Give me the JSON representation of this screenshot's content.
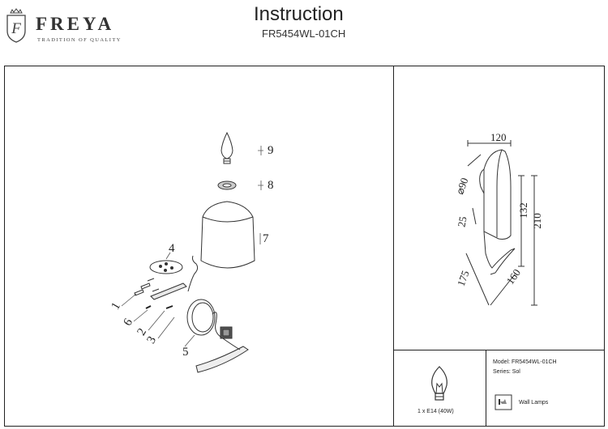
{
  "header": {
    "brand": "FREYA",
    "tagline": "TRADITION OF QUALITY",
    "title": "Instruction",
    "model_code": "FR5454WL-01CH"
  },
  "diagram": {
    "part_labels": [
      "1",
      "2",
      "3",
      "4",
      "5",
      "6",
      "7",
      "8",
      "9"
    ]
  },
  "dimensions": {
    "top": "120",
    "diameter": "⌀90",
    "depth_small": "25",
    "height_mid": "132",
    "height_total": "210",
    "base_a": "175",
    "base_b": "160"
  },
  "specs": {
    "bulb": "1 x E14 (40W)",
    "model_line": "Model: FR5454WL-01CH",
    "series_line": "Series: Sol",
    "category": "Wall Lamps"
  }
}
